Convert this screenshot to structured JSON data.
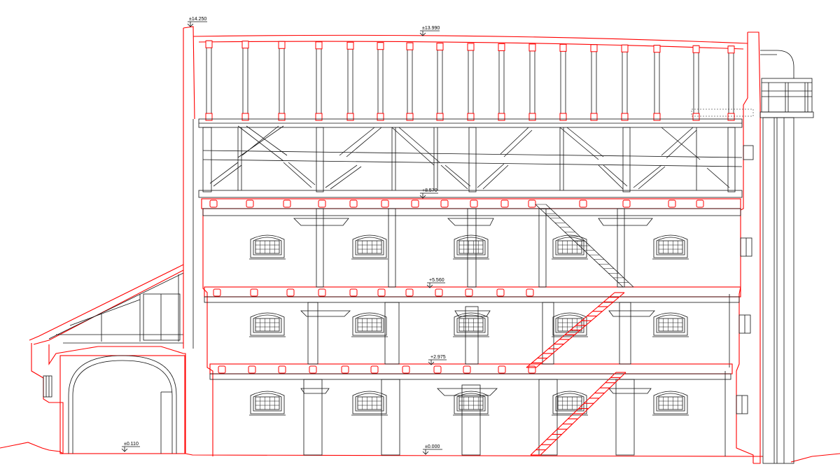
{
  "drawing": {
    "type": "architectural section elevation",
    "colors": {
      "existing": "#111111",
      "highlight": "#ff0000",
      "background": "#ffffff"
    },
    "levels": {
      "top_wall": "±14.250",
      "ridge": "±13.990",
      "attic_floor": "+8.570",
      "second_floor": "+5.560",
      "first_floor": "+2.975",
      "ground_floor": "±0.000",
      "annex_floor": "±0.110"
    }
  }
}
